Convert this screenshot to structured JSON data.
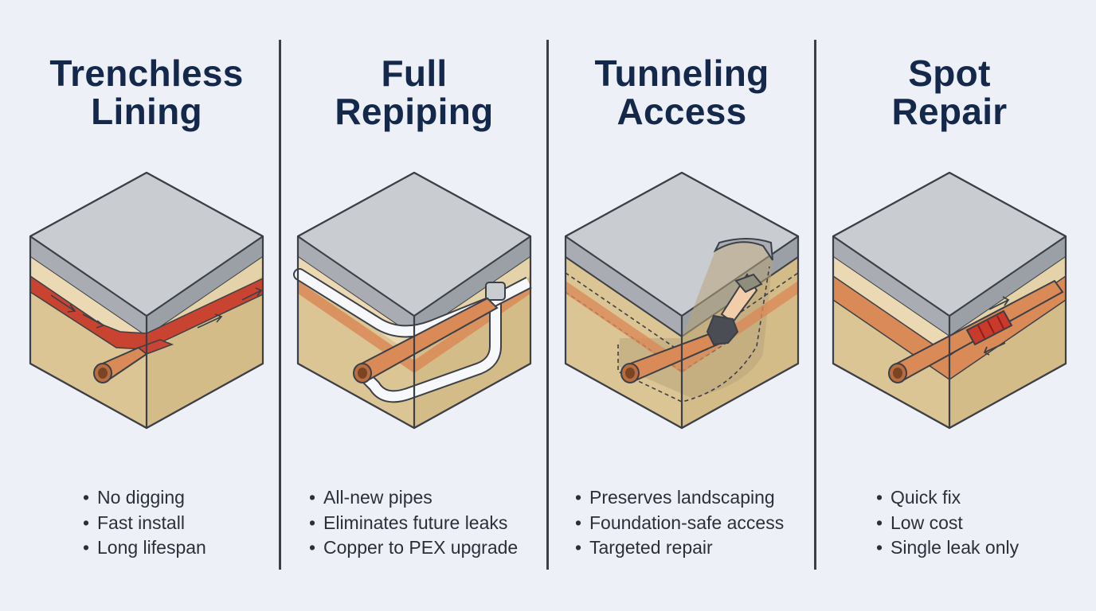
{
  "panels": [
    {
      "title_line1": "Trenchless",
      "title_line2": "Lining",
      "bullets": [
        "No digging",
        "Fast install",
        "Long lifespan"
      ]
    },
    {
      "title_line1": "Full",
      "title_line2": "Repiping",
      "bullets": [
        "All-new pipes",
        "Eliminates future leaks",
        "Copper to PEX upgrade"
      ]
    },
    {
      "title_line1": "Tunneling",
      "title_line2": "Access",
      "bullets": [
        "Preserves landscaping",
        "Foundation-safe access",
        "Targeted repair"
      ]
    },
    {
      "title_line1": "Spot",
      "title_line2": "Repair",
      "bullets": [
        "Quick fix",
        "Low cost",
        "Single leak only"
      ]
    }
  ],
  "colors": {
    "title": "#14284b",
    "concrete_top": "#c9ccd1",
    "concrete_side": "#a9adb3",
    "soil_light": "#e8d6ac",
    "soil": "#dcc594",
    "soil_dark": "#d4bc88",
    "copper_pipe": "#d98a57",
    "liner_red": "#c94331",
    "pex_white": "#f6f8fb",
    "outline": "#3b3f47"
  }
}
